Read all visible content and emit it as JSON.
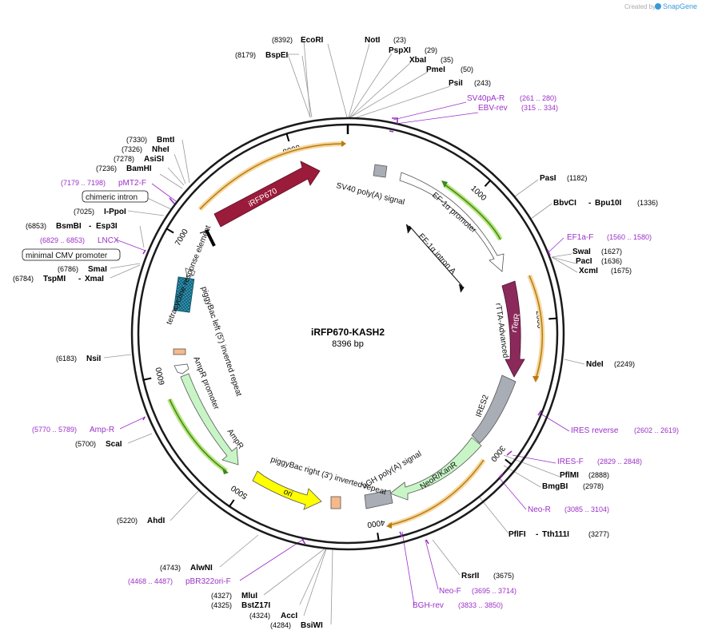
{
  "header": {
    "created_by": "Created by",
    "brand": "SnapGene"
  },
  "plasmid": {
    "name": "iRFP670-KASH2",
    "size_label": "8396 bp",
    "length": 8396
  },
  "colors": {
    "backbone": "#1a1a1a",
    "enzyme_line": "#888888",
    "primer": "#9b30c8",
    "irfp670": "#9b1b3b",
    "rtetr": "#8b2a5a",
    "ires2": "#a9adb5",
    "neokanr": "#c8f5c6",
    "ampr": "#c8f5c6",
    "ori": "#ffff00",
    "promoter_outline": "#555555",
    "polya": "#a9adb5",
    "tre": "#3aa6c4",
    "itr": "#f7b98a",
    "orange_arc": "#f0a020",
    "green_arc": "#3a8a1a"
  },
  "ticks": [
    "1000",
    "2000",
    "3000",
    "4000",
    "5000",
    "6000",
    "7000",
    "8000"
  ],
  "features": {
    "irfp670": "iRFP670",
    "rtetr": "rTetR",
    "rtta": "rTTA-Advanced",
    "ires2": "IRES2",
    "neokanr": "NeoR/KanR",
    "ampr": "AmpR",
    "ori": "ori",
    "sv40_polya": "SV40 poly(A) signal",
    "ef1a_promoter": "EF-1α promoter",
    "ef1a_intron": "EF-1α intron A",
    "tre": "tetracycline response element",
    "pb_left": "piggyBac left (5') inverted repeat",
    "ampr_promoter": "AmpR promoter",
    "pb_right": "piggyBac right (3') inverted repeat",
    "bgh_polya": "bGH poly(A) signal"
  },
  "enzymes_right": [
    {
      "pos": "(8392)",
      "name": "EcoRI",
      "sep": "",
      "name2": "",
      "pos2": ""
    },
    {
      "pos": "",
      "name": "NotI",
      "sep": "",
      "name2": "",
      "pos2": "(23)"
    },
    {
      "pos": "",
      "name": "PspXI",
      "sep": "",
      "name2": "",
      "pos2": "(29)"
    },
    {
      "pos": "",
      "name": "XbaI",
      "sep": "",
      "name2": "",
      "pos2": "(35)"
    },
    {
      "pos": "",
      "name": "PmeI",
      "sep": "",
      "name2": "",
      "pos2": "(50)"
    },
    {
      "pos": "",
      "name": "PsiI",
      "sep": "",
      "name2": "",
      "pos2": "(243)"
    },
    {
      "pos": "",
      "name": "PasI",
      "sep": "",
      "name2": "",
      "pos2": "(1182)"
    },
    {
      "pos": "",
      "name": "BbvCI",
      "sep": "-",
      "name2": "Bpu10I",
      "pos2": "(1336)"
    },
    {
      "pos": "",
      "name": "SwaI",
      "sep": "",
      "name2": "",
      "pos2": "(1627)"
    },
    {
      "pos": "",
      "name": "PacI",
      "sep": "",
      "name2": "",
      "pos2": "(1636)"
    },
    {
      "pos": "",
      "name": "XcmI",
      "sep": "",
      "name2": "",
      "pos2": "(1675)"
    },
    {
      "pos": "",
      "name": "NdeI",
      "sep": "",
      "name2": "",
      "pos2": "(2249)"
    },
    {
      "pos": "",
      "name": "PflMI",
      "sep": "",
      "name2": "",
      "pos2": "(2888)"
    },
    {
      "pos": "",
      "name": "BmgBI",
      "sep": "",
      "name2": "",
      "pos2": "(2978)"
    },
    {
      "pos": "",
      "name": "PflFI",
      "sep": "-",
      "name2": "Tth111I",
      "pos2": "(3277)"
    },
    {
      "pos": "",
      "name": "RsrII",
      "sep": "",
      "name2": "",
      "pos2": "(3675)"
    }
  ],
  "enzymes_left": [
    {
      "pos": "(8179)",
      "name": "BspEI",
      "sep": "",
      "name2": ""
    },
    {
      "pos": "(7330)",
      "name": "BmtI",
      "sep": "",
      "name2": ""
    },
    {
      "pos": "(7326)",
      "name": "NheI",
      "sep": "",
      "name2": ""
    },
    {
      "pos": "(7278)",
      "name": "AsiSI",
      "sep": "",
      "name2": ""
    },
    {
      "pos": "(7236)",
      "name": "BamHI",
      "sep": "",
      "name2": ""
    },
    {
      "pos": "(7025)",
      "name": "I-PpoI",
      "sep": "",
      "name2": ""
    },
    {
      "pos": "(6853)",
      "name": "BsmBI",
      "sep": "-",
      "name2": "Esp3I"
    },
    {
      "pos": "(6786)",
      "name": "SmaI",
      "sep": "",
      "name2": ""
    },
    {
      "pos": "(6784)",
      "name": "TspMI",
      "sep": "-",
      "name2": "XmaI"
    },
    {
      "pos": "(6183)",
      "name": "NsiI",
      "sep": "",
      "name2": ""
    },
    {
      "pos": "(5700)",
      "name": "ScaI",
      "sep": "",
      "name2": ""
    },
    {
      "pos": "(5220)",
      "name": "AhdI",
      "sep": "",
      "name2": ""
    },
    {
      "pos": "(4743)",
      "name": "AlwNI",
      "sep": "",
      "name2": ""
    },
    {
      "pos": "(4327)",
      "name": "MluI",
      "sep": "",
      "name2": ""
    },
    {
      "pos": "(4325)",
      "name": "BstZ17I",
      "sep": "",
      "name2": ""
    },
    {
      "pos": "(4324)",
      "name": "AccI",
      "sep": "",
      "name2": ""
    },
    {
      "pos": "(4284)",
      "name": "BsiWI",
      "sep": "",
      "name2": ""
    }
  ],
  "primers_right": [
    {
      "name": "SV40pA-R",
      "range": "(261 .. 280)"
    },
    {
      "name": "EBV-rev",
      "range": "(315 .. 334)"
    },
    {
      "name": "EF1a-F",
      "range": "(1560 .. 1580)"
    },
    {
      "name": "IRES reverse",
      "range": "(2602 .. 2619)"
    },
    {
      "name": "IRES-F",
      "range": "(2829 .. 2848)"
    },
    {
      "name": "Neo-R",
      "range": "(3085 .. 3104)"
    },
    {
      "name": "Neo-F",
      "range": "(3695 .. 3714)"
    },
    {
      "name": "BGH-rev",
      "range": "(3833 .. 3850)"
    }
  ],
  "primers_left": [
    {
      "name": "pMT2-F",
      "range": "(7179 .. 7198)"
    },
    {
      "name": "LNCX",
      "range": "(6829 .. 6853)"
    },
    {
      "name": "Amp-R",
      "range": "(5770 .. 5789)"
    },
    {
      "name": "pBR322ori-F",
      "range": "(4468 .. 4487)"
    }
  ],
  "boxed_labels": {
    "chimeric_intron": "chimeric intron",
    "cmv_promoter": "minimal CMV promoter"
  }
}
